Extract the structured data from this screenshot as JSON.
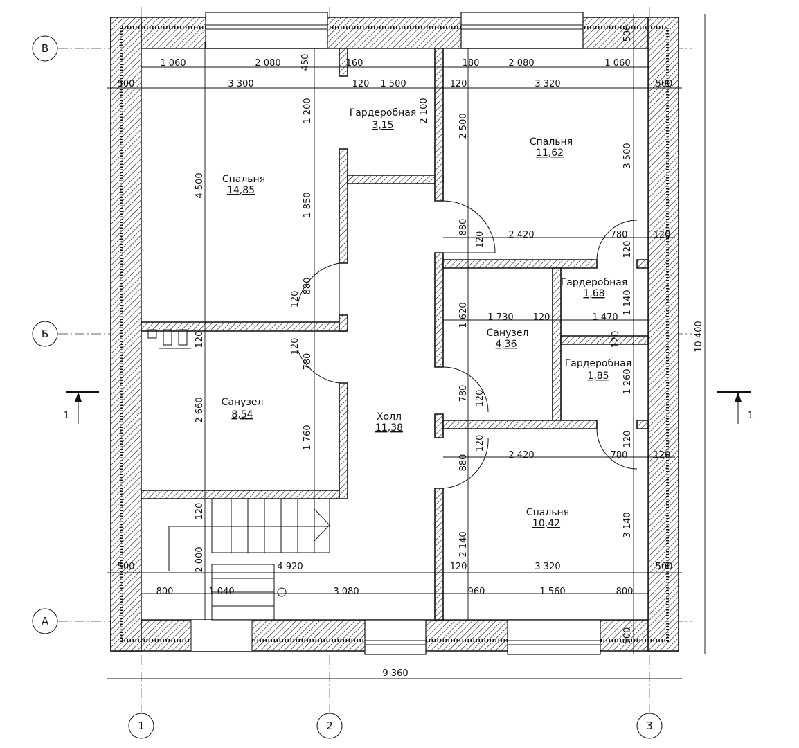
{
  "rooms": [
    {
      "name": "Спальня",
      "area": "14,85"
    },
    {
      "name": "Гардеробная",
      "area": "3,15"
    },
    {
      "name": "Спальня",
      "area": "11,62"
    },
    {
      "name": "Гардеробная",
      "area": "1,68"
    },
    {
      "name": "Санузел",
      "area": "4,36"
    },
    {
      "name": "Гардеробная",
      "area": "1,85"
    },
    {
      "name": "Санузел",
      "area": "8,54"
    },
    {
      "name": "Холл",
      "area": "11,38"
    },
    {
      "name": "Спальня",
      "area": "10,42"
    }
  ],
  "axes": {
    "rows": [
      "В",
      "Б",
      "А"
    ],
    "cols": [
      "1",
      "2",
      "3"
    ]
  },
  "section_marker": "1",
  "dimensions": {
    "top_row1": [
      "1 060",
      "2 080",
      "450",
      "160",
      "180",
      "2 080",
      "1 060"
    ],
    "top_row2": [
      "500",
      "3 300",
      "120",
      "1 500",
      "120",
      "3 320",
      "500"
    ],
    "bottom_row1": [
      "500",
      "4 920",
      "120",
      "3 320",
      "500"
    ],
    "bottom_row2": [
      "800",
      "1 040",
      "3 080",
      "960",
      "1 560",
      "800"
    ],
    "overall_width": "9 360",
    "overall_height": "10 400",
    "right_vertical": [
      "500",
      "3 500",
      "120",
      "1 140",
      "120",
      "1 260",
      "120",
      "3 140",
      "500"
    ],
    "left_vertical": [
      "4 500",
      "120",
      "2 660",
      "120",
      "2 000"
    ],
    "mid_vertical_left": [
      "1 200",
      "1 850",
      "880",
      "120",
      "120",
      "780",
      "1 760"
    ],
    "mid_vertical_right": [
      "2 100",
      "2 500",
      "880",
      "120",
      "1 620",
      "780",
      "120",
      "120",
      "880",
      "2 140"
    ],
    "inner_horizontal": [
      "2 420",
      "780",
      "120",
      "1 730",
      "120",
      "1 470",
      "2 420",
      "780",
      "120"
    ]
  }
}
